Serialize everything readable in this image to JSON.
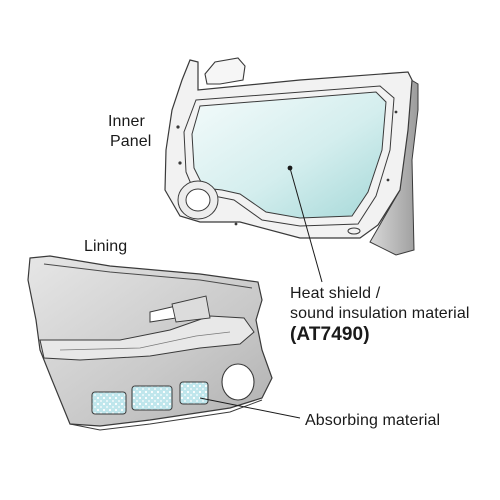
{
  "labels": {
    "inner_panel_line1": "Inner",
    "inner_panel_line2": "Panel",
    "lining": "Lining",
    "heat_shield_line1": "Heat shield /",
    "heat_shield_line2": "sound insulation material",
    "product_code": "(AT7490)",
    "absorbing": "Absorbing material"
  },
  "colors": {
    "outline": "#3a3a3a",
    "panel_fill": "#f2f2f2",
    "panel_shade": "#b8b8b8",
    "insulation_light": "#eaf6f6",
    "insulation_dark": "#a8dada",
    "lining_fill": "#cfcfcf",
    "lining_dark": "#9a9a9a",
    "absorber_fill": "#bfe6ec",
    "absorber_dot": "#ffffff"
  }
}
